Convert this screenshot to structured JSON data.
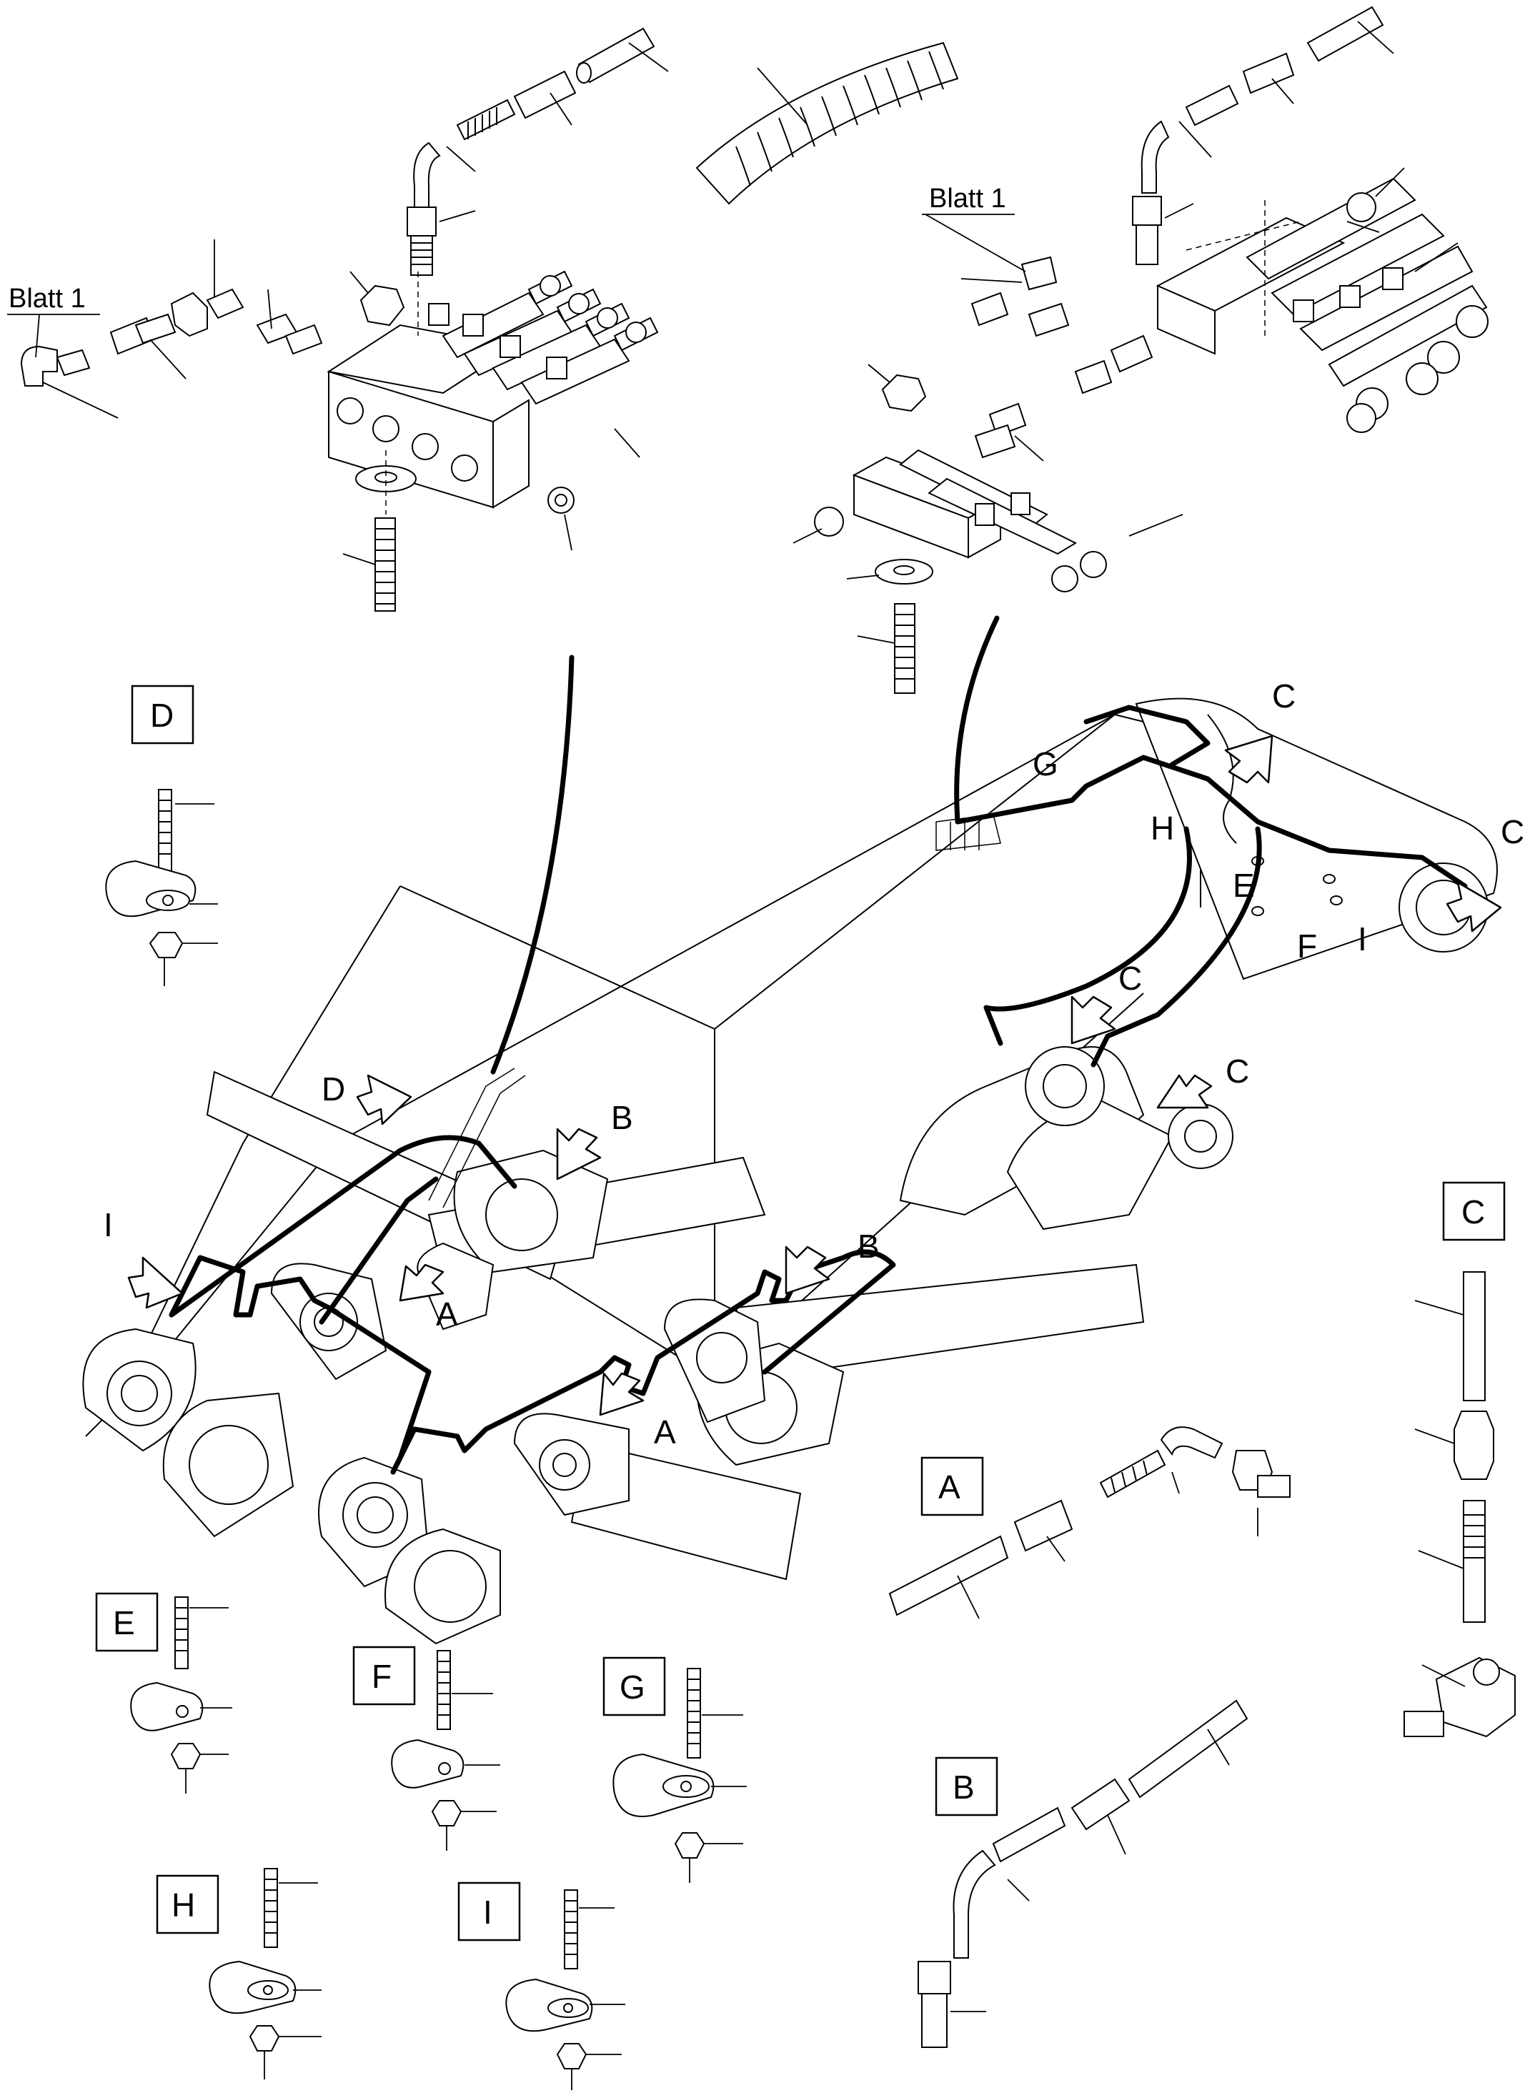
{
  "diagram": {
    "top_left_note": "Blatt 1",
    "top_right_note": "Blatt 1",
    "detail_boxes": [
      "D",
      "C",
      "A",
      "B",
      "E",
      "F",
      "G",
      "H",
      "I"
    ],
    "callouts": {
      "C1": "C",
      "C2": "C",
      "C3": "C",
      "C4": "C",
      "G": "G",
      "H": "H",
      "E": "E",
      "F": "F",
      "I_right": "I",
      "D": "D",
      "B1": "B",
      "B2": "B",
      "A1": "A",
      "A2": "A",
      "I_left": "I"
    }
  }
}
